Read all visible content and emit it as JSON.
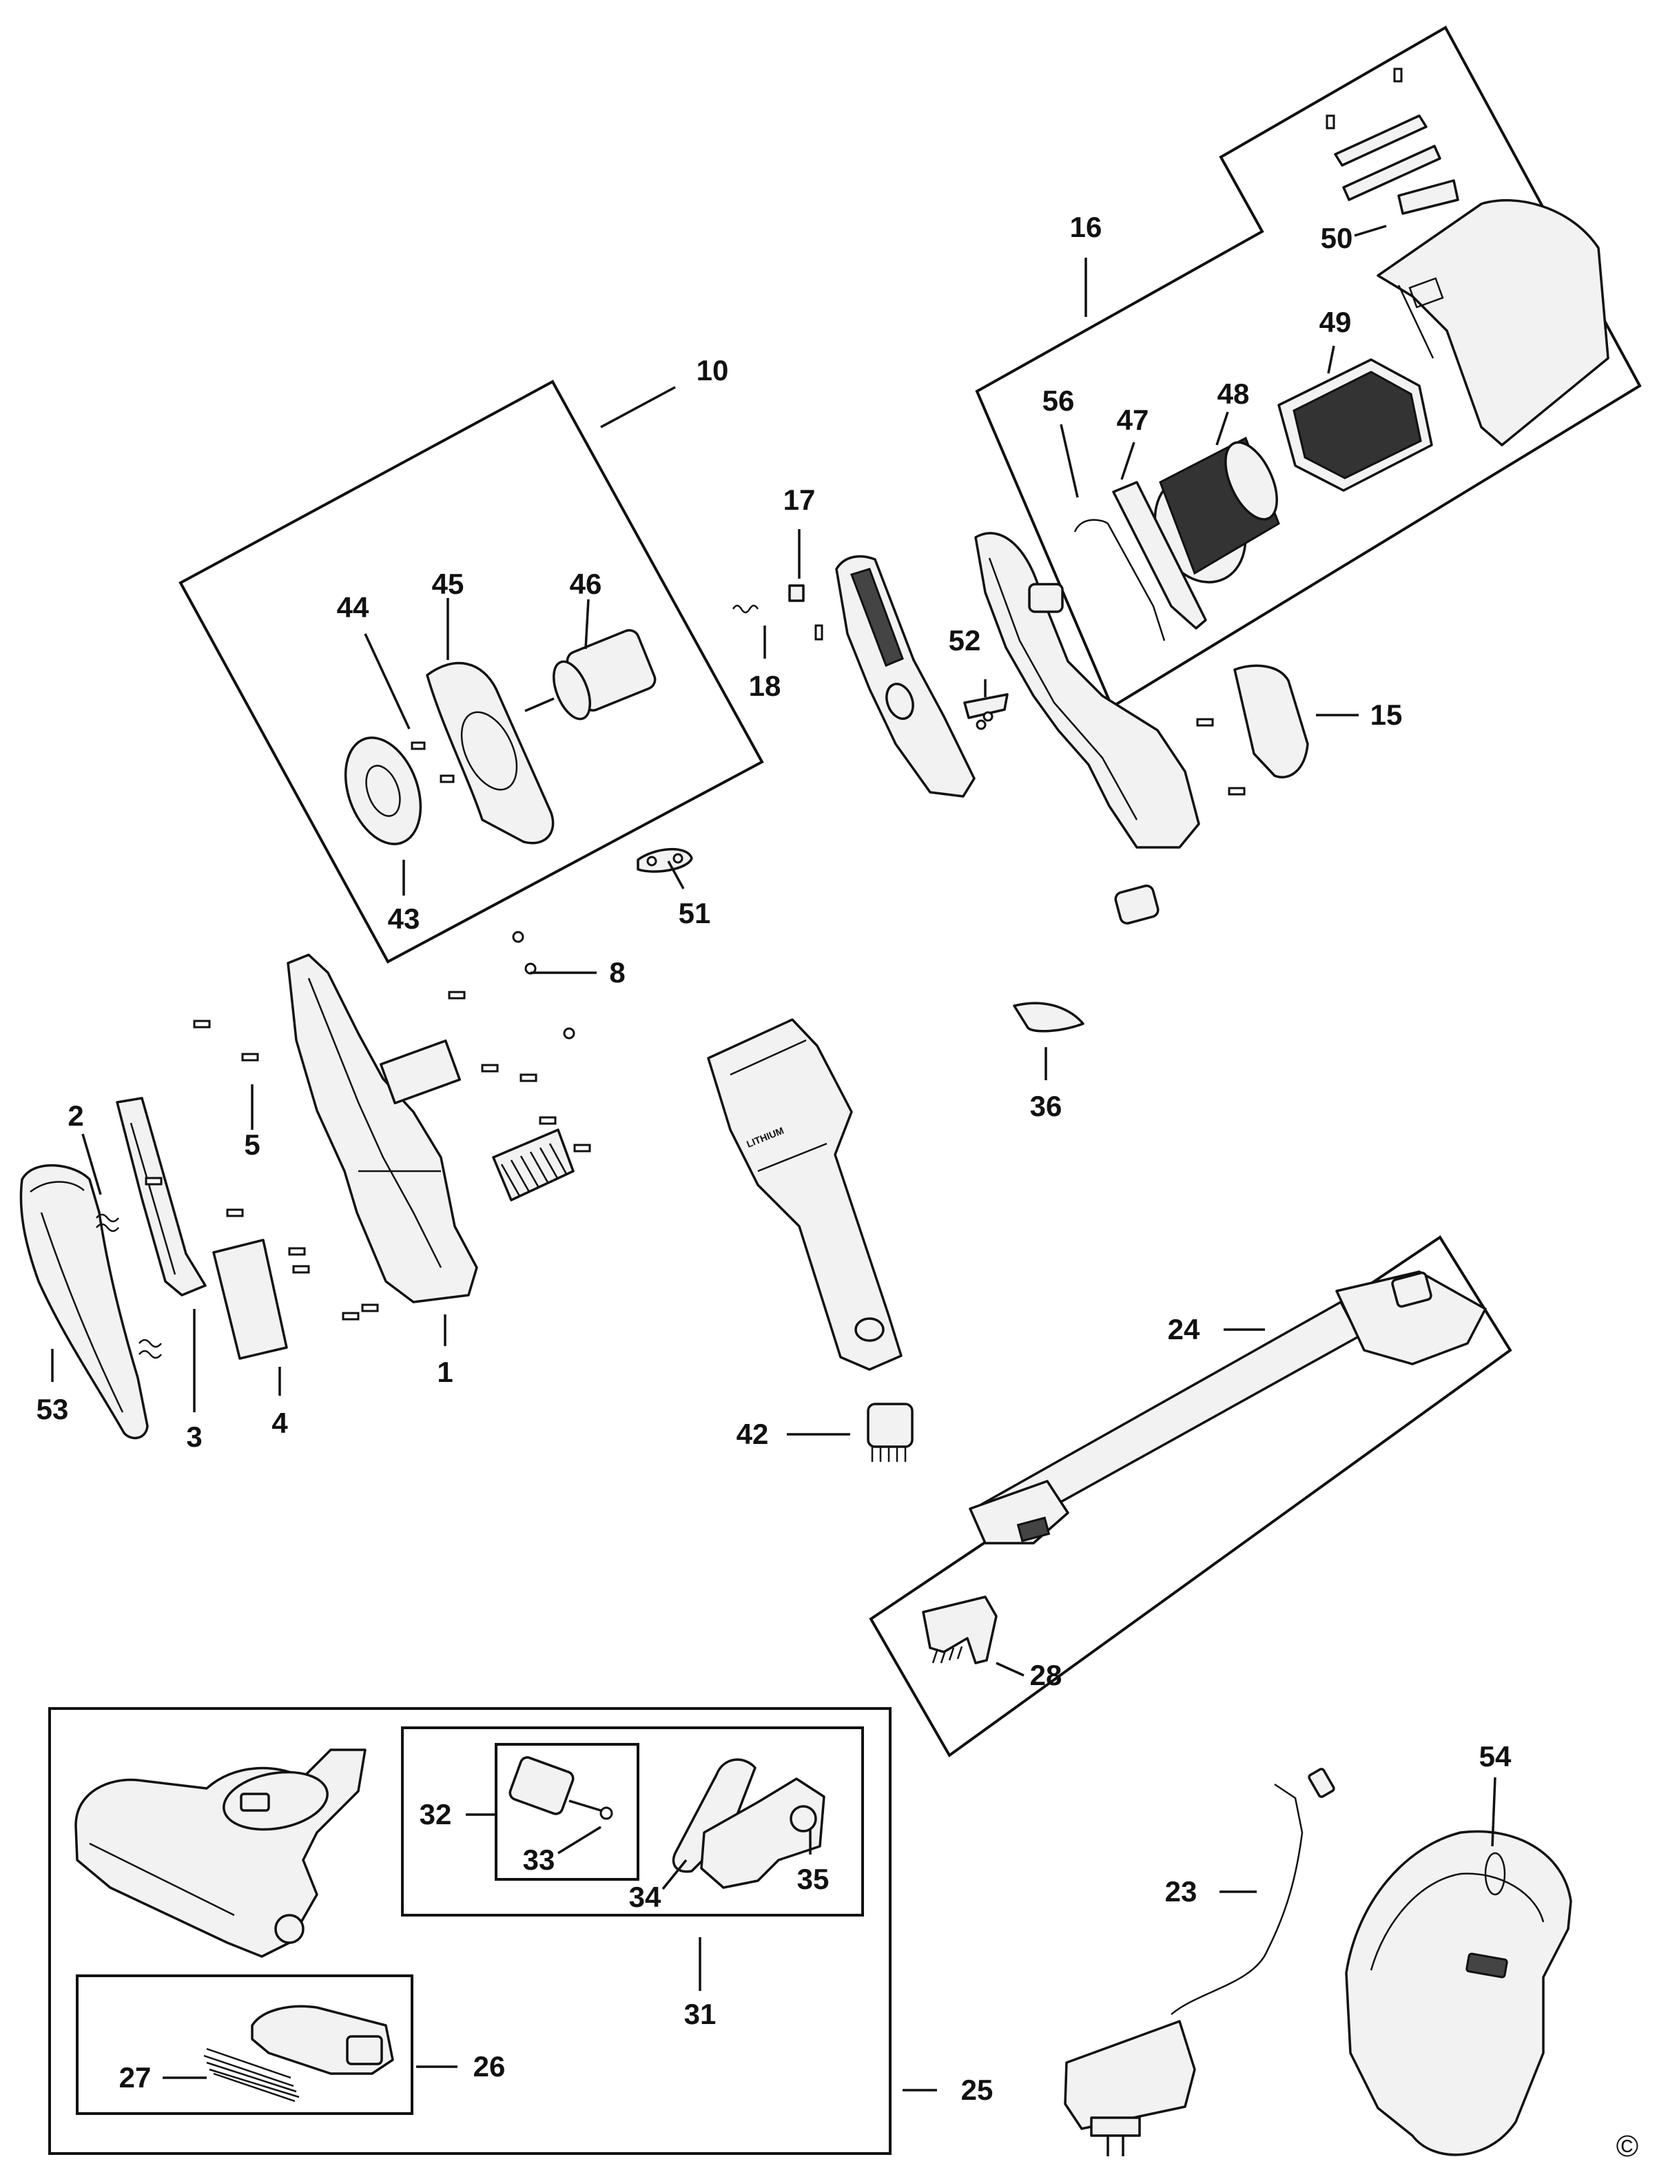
{
  "callouts": {
    "c1": "1",
    "c2": "2",
    "c3": "3",
    "c4": "4",
    "c5": "5",
    "c8": "8",
    "c10": "10",
    "c15": "15",
    "c16": "16",
    "c17": "17",
    "c18": "18",
    "c23": "23",
    "c24": "24",
    "c25": "25",
    "c26": "26",
    "c27": "27",
    "c28": "28",
    "c31": "31",
    "c32": "32",
    "c33": "33",
    "c34": "34",
    "c35": "35",
    "c36": "36",
    "c42": "42",
    "c43": "43",
    "c44": "44",
    "c45": "45",
    "c46": "46",
    "c47": "47",
    "c48": "48",
    "c49": "49",
    "c50": "50",
    "c51": "51",
    "c52": "52",
    "c53": "53",
    "c54": "54",
    "c56": "56"
  },
  "copyright": "©",
  "handle_text": "LITHIUM",
  "colors": {
    "ink": "#111111",
    "fill": "#f2f2f2",
    "background": "#ffffff"
  }
}
